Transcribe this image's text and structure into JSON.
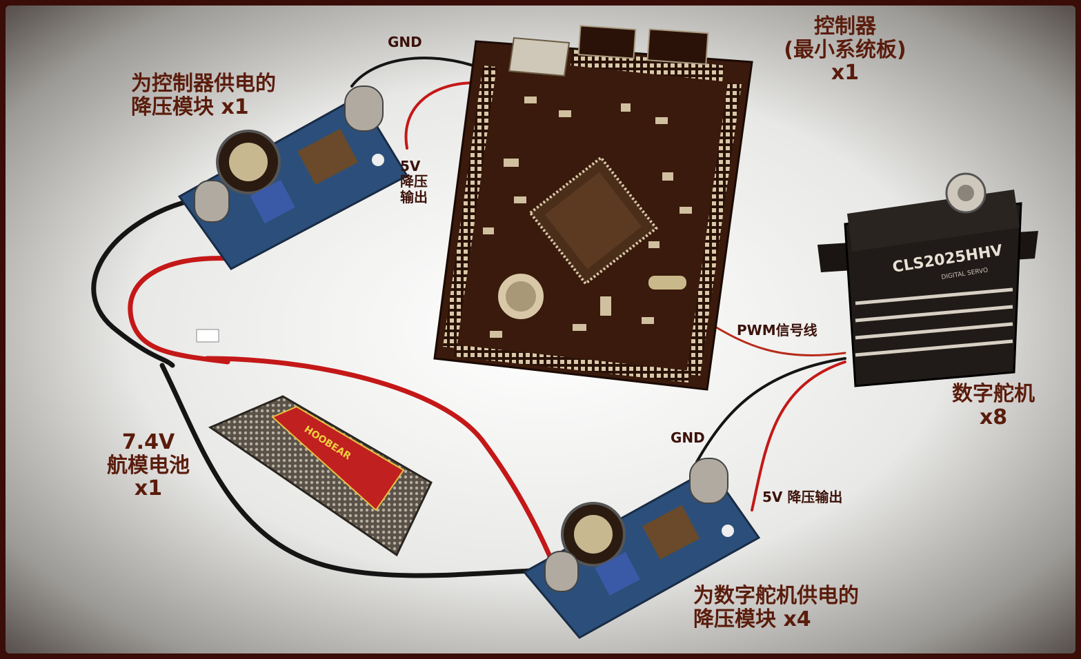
{
  "labels": {
    "controller": {
      "line1": "控制器",
      "line2": "(最小系统板)",
      "line3": "x1"
    },
    "controller_buck": {
      "line1": "为控制器供电的",
      "line2": "降压模块 x1"
    },
    "gnd_top": "GND",
    "out5v_top": {
      "line1": "5V",
      "line2": "降压",
      "line3": "输出"
    },
    "pwm": "PWM信号线",
    "servo": {
      "line1": "数字舵机",
      "line2": "x8"
    },
    "servo_model": "CLS2025HHV",
    "servo_sub": "DIGITAL SERVO",
    "battery": {
      "line1": "7.4V",
      "line2": "航模电池",
      "line3": "x1"
    },
    "battery_brand": "HOOBEAR",
    "gnd_bottom": "GND",
    "out5v_bottom": "5V 降压输出",
    "servo_buck": {
      "line1": "为数字舵机供电的",
      "line2": "降压模块 x4"
    }
  },
  "colors": {
    "board": "#3a1a0c",
    "pcb_blue": "#2b4f7a",
    "wire_red": "#c41818",
    "wire_black": "#151515",
    "battery_red": "#c02020",
    "label": "#5a1c0c"
  }
}
